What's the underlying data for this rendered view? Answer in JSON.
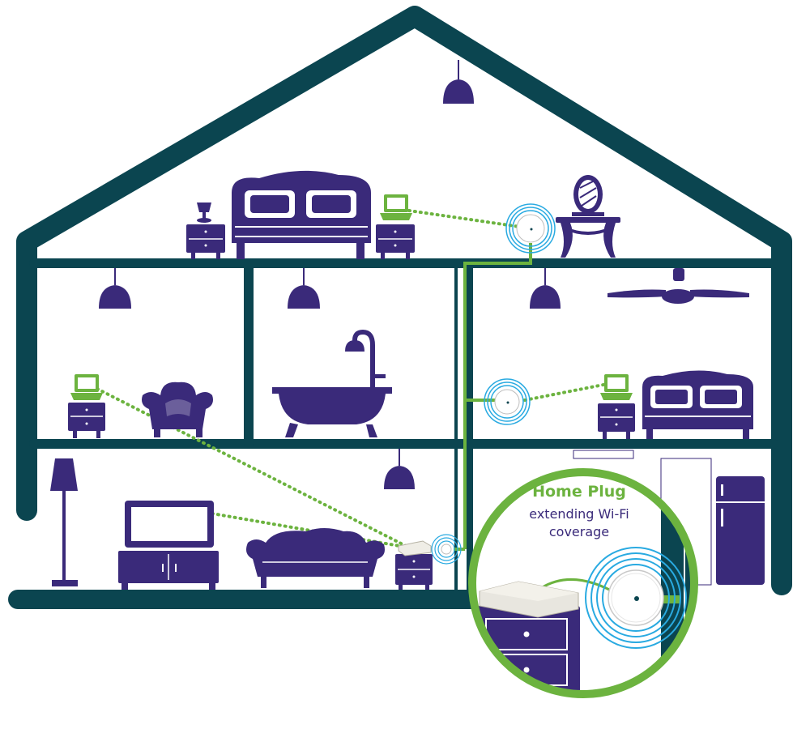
{
  "callout": {
    "title": "Home Plug",
    "subtitle_line1": "extending Wi-Fi",
    "subtitle_line2": "coverage"
  },
  "colors": {
    "house_outline": "#0b4550",
    "furniture": "#3a2a7a",
    "plc_green": "#6cb33f",
    "wifi_blue": "#29aae1",
    "device_gray": "#e8e6df"
  },
  "icons": [
    "laptop-icon",
    "homeplug-adapter-icon",
    "router-icon",
    "bed-icon",
    "sofa-icon",
    "tv-icon",
    "bathtub-icon",
    "ceiling-lamp-icon",
    "floor-lamp-icon",
    "fridge-icon",
    "armchair-icon",
    "vanity-icon",
    "ceiling-fan-icon"
  ]
}
